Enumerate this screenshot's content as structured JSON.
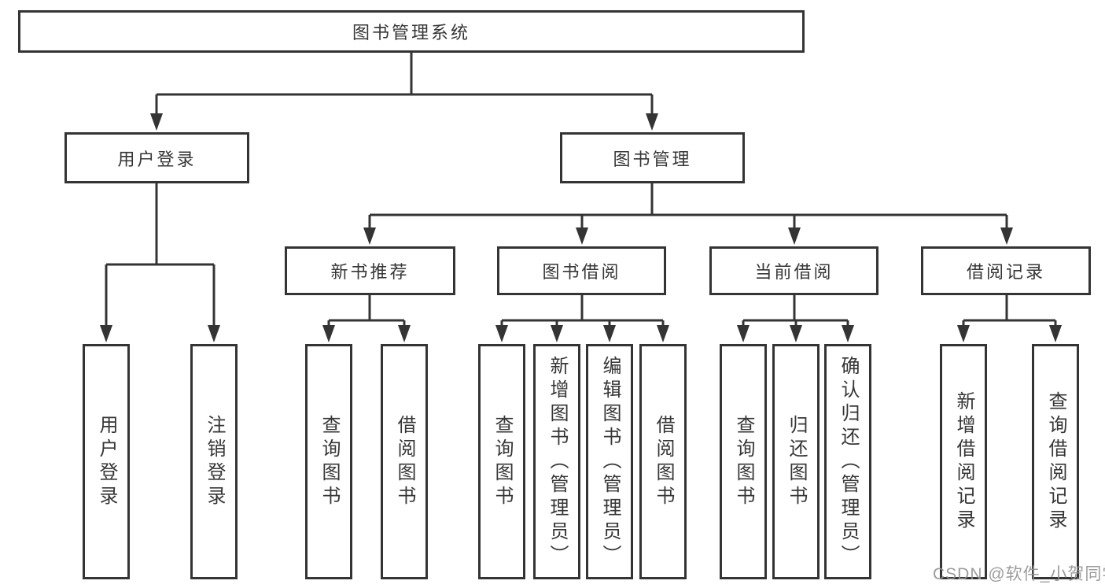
{
  "tree": {
    "label": "图书管理系统",
    "children": [
      {
        "label": "用户登录",
        "children": [
          {
            "label": "用户登录"
          },
          {
            "label": "注销登录"
          }
        ]
      },
      {
        "label": "图书管理",
        "children": [
          {
            "label": "新书推荐",
            "children": [
              {
                "label": "查询图书"
              },
              {
                "label": "借阅图书"
              }
            ]
          },
          {
            "label": "图书借阅",
            "children": [
              {
                "label": "查询图书"
              },
              {
                "label": "新增图书（管理员）"
              },
              {
                "label": "编辑图书（管理员）"
              },
              {
                "label": "借阅图书"
              }
            ]
          },
          {
            "label": "当前借阅",
            "children": [
              {
                "label": "查询图书"
              },
              {
                "label": "归还图书"
              },
              {
                "label": "确认归还（管理员）"
              }
            ]
          },
          {
            "label": "借阅记录",
            "children": [
              {
                "label": "新增借阅记录"
              },
              {
                "label": "查询借阅记录"
              }
            ]
          }
        ]
      }
    ]
  },
  "watermark": {
    "text": "CSDN @软件_小贺同学"
  },
  "colors": {
    "line": "#343434",
    "text": "#363636",
    "background": "#ffffff",
    "watermark": "#949494"
  }
}
